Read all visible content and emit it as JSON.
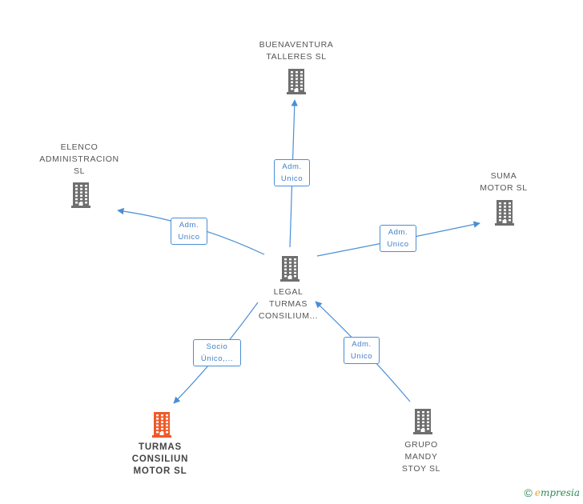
{
  "colors": {
    "company": "#6f6f6f",
    "focus": "#f05a28",
    "edge": "#4a8fd6",
    "label_text": "#555555"
  },
  "nodes": [
    {
      "id": "buenaventura",
      "lines": [
        "BUENAVENTURA",
        "TALLERES SL"
      ],
      "focus": false
    },
    {
      "id": "elenco",
      "lines": [
        "ELENCO",
        "ADMINISTRACION",
        "SL"
      ],
      "focus": false
    },
    {
      "id": "suma",
      "lines": [
        "SUMA",
        "MOTOR SL"
      ],
      "focus": false
    },
    {
      "id": "legal",
      "lines": [
        "LEGAL",
        "TURMAS",
        "CONSILIUM..."
      ],
      "focus": false
    },
    {
      "id": "turmas",
      "lines": [
        "TURMAS",
        "CONSILIUN",
        "MOTOR SL"
      ],
      "focus": true
    },
    {
      "id": "grupo",
      "lines": [
        "GRUPO",
        "MANDY",
        "STOY SL"
      ],
      "focus": false
    }
  ],
  "edges": [
    {
      "from": "legal",
      "to": "buenaventura",
      "lines": [
        "Adm.",
        "Unico"
      ]
    },
    {
      "from": "legal",
      "to": "elenco",
      "lines": [
        "Adm.",
        "Unico"
      ]
    },
    {
      "from": "legal",
      "to": "suma",
      "lines": [
        "Adm.",
        "Unico"
      ]
    },
    {
      "from": "legal",
      "to": "turmas",
      "lines": [
        "Socio",
        "Único,..."
      ]
    },
    {
      "from": "grupo",
      "to": "legal",
      "lines": [
        "Adm.",
        "Unico"
      ]
    }
  ],
  "footer": {
    "copyright": "©",
    "brand_initial": "e",
    "brand_rest": "mpresia"
  }
}
